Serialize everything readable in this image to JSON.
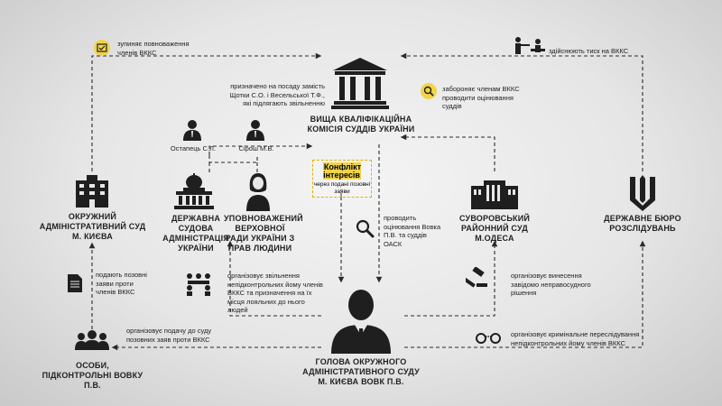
{
  "center": {
    "title": "Вища кваліфікаційна комісія суддів України"
  },
  "head": {
    "title": "Голова Окружного адміністративного суду м. Києва Вовк П.В."
  },
  "left_court": {
    "title": "Окружний адміністративний суд м. Києва"
  },
  "state_admin": {
    "title": "Державна судова адміністрація України"
  },
  "ombudsman": {
    "title": "Уповноважений Верховної Ради України з прав людини"
  },
  "odesa_court": {
    "title": "Суворовський районний суд м.Одеса"
  },
  "dbr": {
    "title": "Державне бюро розслідувань"
  },
  "persons": {
    "title": "Особи, підконтрольні Вовку П.В."
  },
  "members": {
    "left": "Остапець С.Л.",
    "right": "Сірош М.В."
  },
  "conflict": {
    "title": "Конфлікт інтересів",
    "subtitle": "через подані позовні заяви"
  },
  "notes": {
    "suspend": "зупиняє повноваження членів ВККС",
    "pressure": "здійснюють тиск на ВККС",
    "appointed": "призначено на посаду замість Щотки С.О. і Весельської Т.Ф., які підлягають звільненню",
    "forbid": "забороняє членам ВККС проводити оцінювання суддів",
    "evaluate": "проводить оцінювання Вовка П.В. та суддів ОАСК",
    "claims": "подають позовні заяви проти членів ВККС",
    "dismissal": "організовує звільнення непідконтрольних йому членів ВККС та призначення на їх місця лояльних до нього людей",
    "verdict": "організовує винесення завідомо неправосудного рішення",
    "filing": "організовує подачу до суду позовних заяв проти ВККС",
    "criminal": "організовує кримінальне переслідування непідконтрольних йому членів ВККС"
  },
  "colors": {
    "accent": "#f0d44a",
    "ink": "#1f1f1f",
    "line": "#2a2a2a"
  },
  "icons": [
    "columns-building-icon",
    "person-icon",
    "office-building-icon",
    "capitol-building-icon",
    "woman-icon",
    "court-building-icon",
    "trident-emblem-icon",
    "group-icon",
    "document-icon",
    "meeting-icon",
    "gavel-icon",
    "handcuffs-icon",
    "magnifier-icon",
    "ballot-icon",
    "search-person-icon",
    "pressure-icon"
  ]
}
